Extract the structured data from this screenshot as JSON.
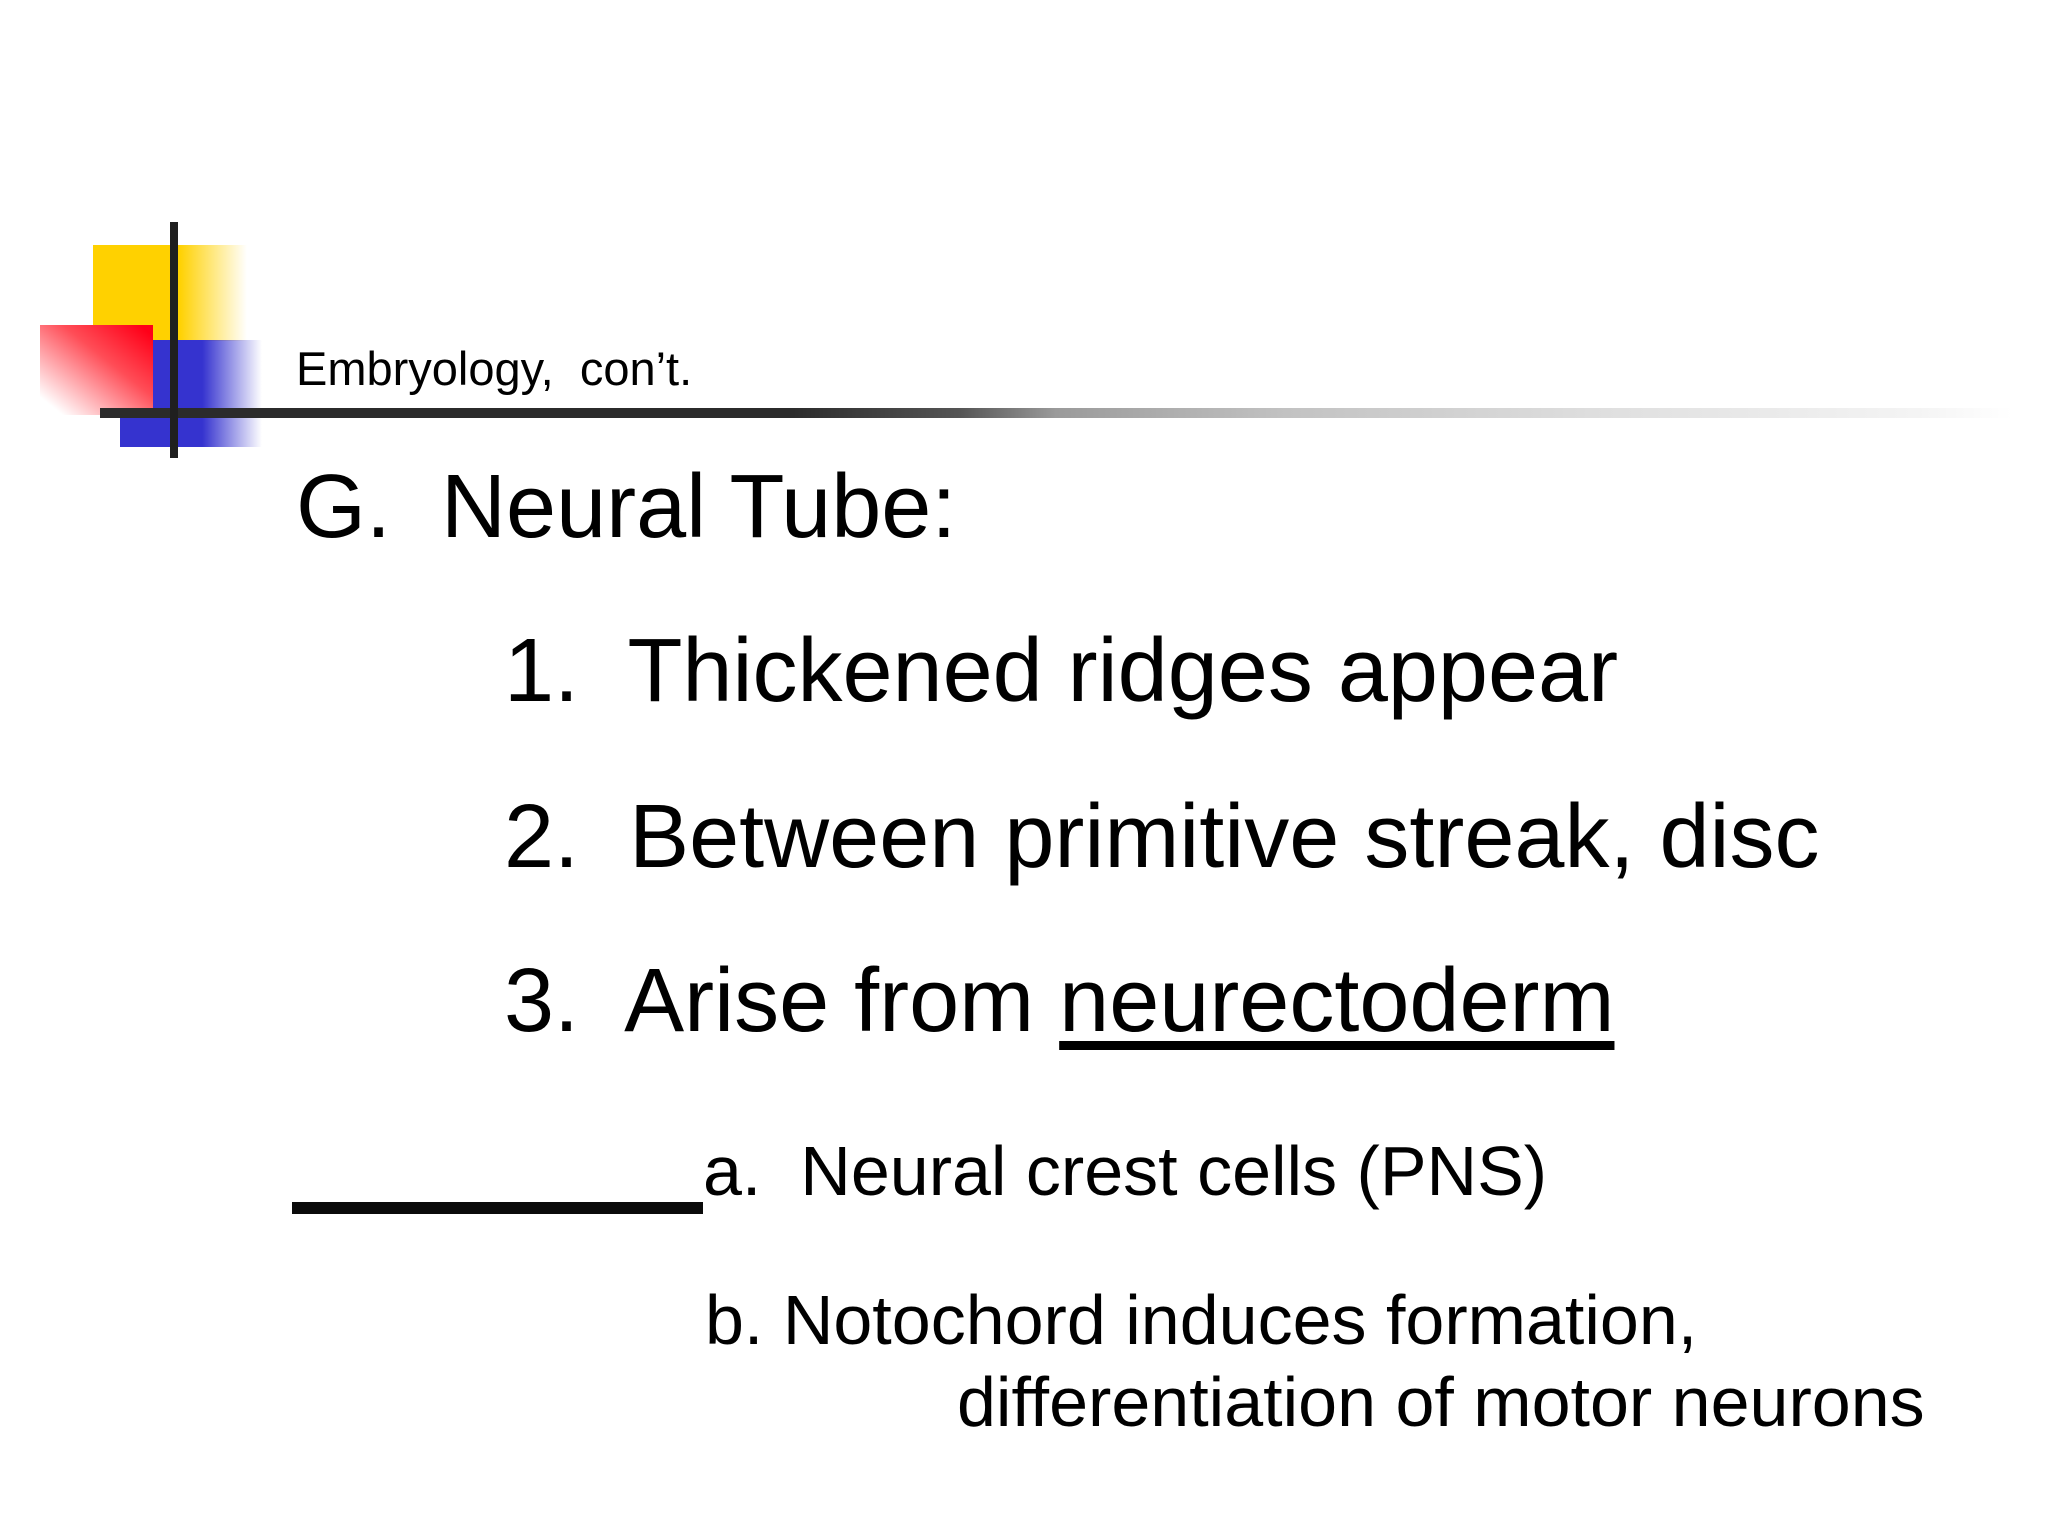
{
  "slide_title": {
    "text": "Embryology,  con’t."
  },
  "content": {
    "heading": "G.  Neural Tube:",
    "item1": "1.  Thickened ridges appear",
    "item2": "2.  Between primitive streak, disc",
    "item3_prefix": "3.  Arise from ",
    "item3_underlined": "neurectoderm",
    "sub_a": "a.  Neural crest cells (PNS)",
    "sub_b_line1": "b. Notochord induces formation,",
    "sub_b_line2": "differentiation of motor neurons"
  },
  "decoration": {
    "blank_line": "fill-in blank before item a",
    "colors": {
      "yellow": "#ffd100",
      "red": "#ff0018",
      "blue": "#3533cf",
      "line-dark": "#1f1f1f",
      "rule-dark": "#2b2b2b"
    }
  }
}
